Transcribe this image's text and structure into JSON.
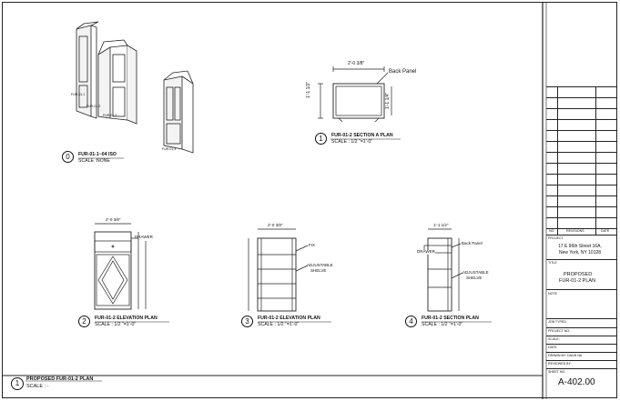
{
  "views": {
    "iso": {
      "number": "0",
      "title": "FUR-01-1~04 ISO",
      "scale": "SCALE :NONE",
      "tags": [
        "FUR-01-1",
        "FUR-01-2",
        "FUR-01-3",
        "FUR-01-4"
      ]
    },
    "section_a": {
      "number": "1",
      "title": "FUR-01-2 SECTION A PLAN",
      "scale": "SCALE : 1/2 \"=1'-0\"",
      "width_dim": "2'-0 3/8\"",
      "depth_dim": "1'-1 1/2\"",
      "inner_dim": "1'-1 1/4\"",
      "back_label": "Back Panel"
    },
    "elevation": {
      "number": "2",
      "title": "FUR-01-2 ELEVATION PLAN",
      "scale": "SCALE : 1/2 \"=1'-0\"",
      "width_dim": "2'-0 3/8\"",
      "drawer_label": "DRAWER"
    },
    "section_b": {
      "number": "3",
      "title": "FUR-01-2 ELEVATION PLAN",
      "scale": "SCALE : 1/2 \"=1'-0\"",
      "top_dim": "2'-0 3/8\"",
      "fix_label": "FIX",
      "adj_label1": "ADJUSTABLE",
      "adj_label2": "SHELVE"
    },
    "section_c": {
      "number": "4",
      "title": "FUR-01-2 SECTION PLAN",
      "scale": "SCALE : 1/2 \"=1'-0\"",
      "top_dim": "1'-1 1/2\"",
      "drawer_label": "DRAWER",
      "back_label": "Back Panel",
      "adj_label1": "ADJUSTABLE",
      "adj_label2": "SHELVE"
    }
  },
  "sheet_label": {
    "number": "1",
    "title": "PROPOSED  FUR-01-2 PLAN",
    "scale": "SCALE : -"
  },
  "title_block": {
    "rev_headers": [
      "NO.",
      "REVISIONS",
      "DATE"
    ],
    "project_label": "PROJECT",
    "address_line1": "17 E 96th Street 16A,",
    "address_line2": "New York, NY 10128",
    "title_label": "TITLE",
    "title_line1": "PROPOSED",
    "title_line2": "FUR-01-2 PLAN",
    "note_label": "NOTE",
    "fields": [
      "JOB TYPED:",
      "PROJECT NO:",
      "SCALE:",
      "DATE:",
      "DRAWN BY: DAUN NA",
      "REVIEWED BY:",
      "SHEET NO."
    ],
    "sheet_number": "A-402.00"
  }
}
